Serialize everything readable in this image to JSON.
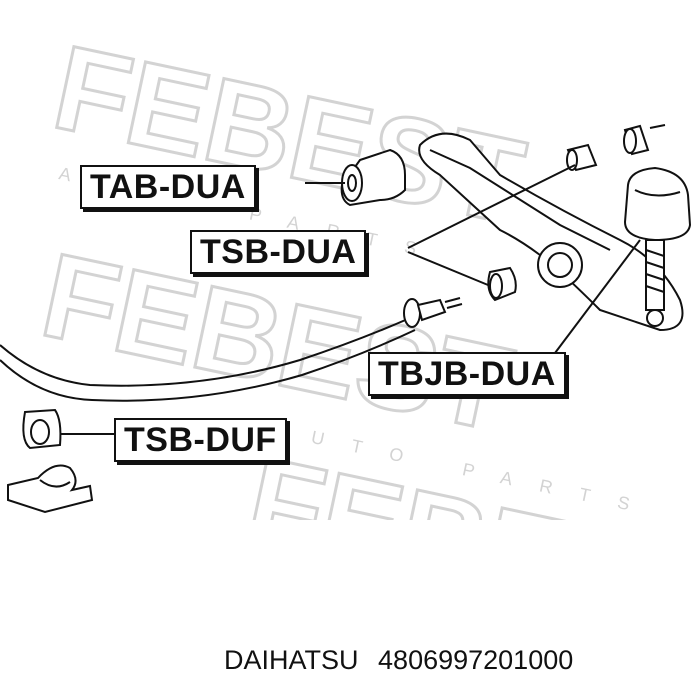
{
  "watermark": {
    "brand": "FEBEST",
    "sub": "AUTO PARTS",
    "color": "#cfcfcf"
  },
  "labels": {
    "tab_dua": "TAB-DUA",
    "tsb_dua": "TSB-DUA",
    "tbjb_dua": "TBJB-DUA",
    "tsb_duf": "TSB-DUF"
  },
  "caption": {
    "brand": "DAIHATSU",
    "part_number": "4806997201000"
  },
  "colors": {
    "line": "#111111",
    "background": "#ffffff"
  }
}
